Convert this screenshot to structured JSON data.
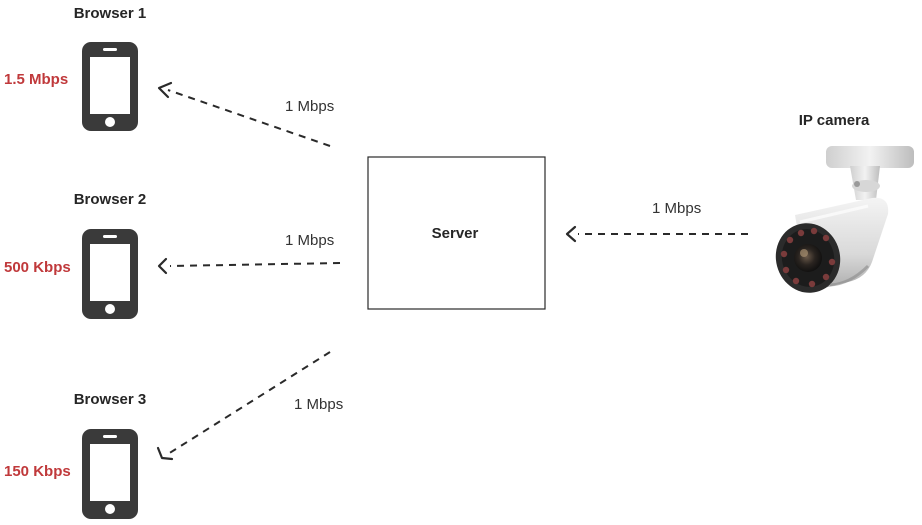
{
  "colors": {
    "speed": "#c0393b",
    "text": "#262626",
    "line": "#2a2a2a",
    "phone": "#3a3a3a"
  },
  "browsers": [
    {
      "name": "Browser 1",
      "speed": "1.5 Mbps",
      "icon": "smartphone-icon"
    },
    {
      "name": "Browser 2",
      "speed": "500 Kbps",
      "icon": "smartphone-icon"
    },
    {
      "name": "Browser 3",
      "speed": "150 Kbps",
      "icon": "smartphone-icon"
    }
  ],
  "server": {
    "label": "Server"
  },
  "camera": {
    "label": "IP camera",
    "icon": "ip-camera-icon"
  },
  "links": {
    "server_to_browser1": "1 Mbps",
    "server_to_browser2": "1 Mbps",
    "server_to_browser3": "1 Mbps",
    "camera_to_server": "1 Mbps"
  }
}
